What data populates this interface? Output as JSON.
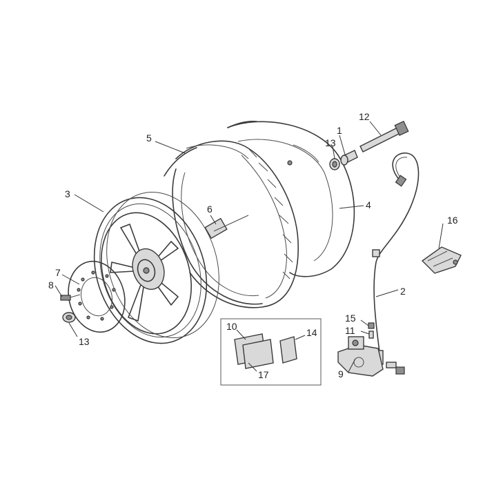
{
  "callouts": [
    {
      "id": "1",
      "label": "1"
    },
    {
      "id": "2",
      "label": "2"
    },
    {
      "id": "3",
      "label": "3"
    },
    {
      "id": "4",
      "label": "4"
    },
    {
      "id": "5",
      "label": "5"
    },
    {
      "id": "6",
      "label": "6"
    },
    {
      "id": "7",
      "label": "7"
    },
    {
      "id": "8",
      "label": "8"
    },
    {
      "id": "9",
      "label": "9"
    },
    {
      "id": "10",
      "label": "10"
    },
    {
      "id": "11",
      "label": "11"
    },
    {
      "id": "12",
      "label": "12"
    },
    {
      "id": "13a",
      "label": "13"
    },
    {
      "id": "13b",
      "label": "13"
    },
    {
      "id": "14",
      "label": "14"
    },
    {
      "id": "15",
      "label": "15"
    },
    {
      "id": "16",
      "label": "16"
    },
    {
      "id": "17",
      "label": "17"
    }
  ]
}
